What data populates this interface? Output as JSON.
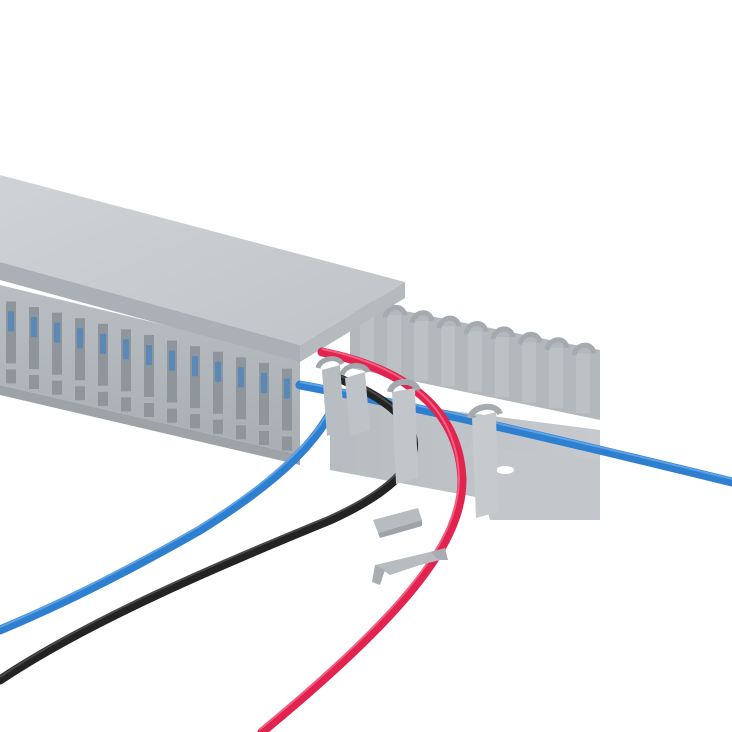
{
  "scene": {
    "subject": "wiring-duct-with-cables",
    "colors": {
      "background": "#ffffff",
      "duct_light": "#c9cdd1",
      "duct_mid": "#b4b9be",
      "duct_dark": "#9aa0a6",
      "duct_shadow": "#7f868c",
      "cover_top": "#c6cacd",
      "cover_front": "#aeb3b8",
      "cable_blue": "#2f7fd0",
      "cable_blue_highlight": "#6fb0ee",
      "cable_red": "#e3234f",
      "cable_red_highlight": "#f57a97",
      "cable_black": "#232323",
      "cable_black_highlight": "#5a5a5a"
    },
    "objects": [
      "wiring-duct-base",
      "duct-cover",
      "duct-fingers",
      "blue-cable-left",
      "black-cable",
      "red-cable",
      "blue-cable-right",
      "broken-off-finger-pieces"
    ]
  }
}
